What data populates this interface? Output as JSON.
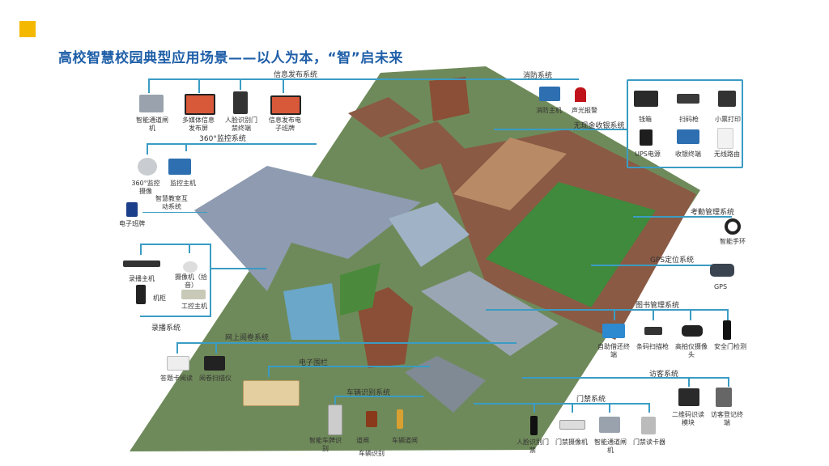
{
  "title": "高校智慧校园典型应用场景——以人为本，“智”启未来",
  "colors": {
    "accent": "#f5b800",
    "title": "#1f5fa8",
    "line": "#3a9cc4"
  },
  "groups": {
    "info": {
      "title": "信息发布系统",
      "items": [
        "智能通道闸机",
        "多媒体信息发布屏",
        "人脸识别门禁终端",
        "信息发布电子班牌"
      ]
    },
    "monitor": {
      "title": "360°监控系统",
      "items": [
        "360°监控摄像",
        "监控主机"
      ]
    },
    "classcard": {
      "item": "电子班牌",
      "label": "智慧教室互动系统"
    },
    "recording": {
      "title": "录播系统",
      "items": [
        "录播主机",
        "摄像机（拾音）",
        "机柜",
        "工控主机"
      ]
    },
    "exam": {
      "title": "网上阅卷系统",
      "items": [
        "答题卡阅读",
        "阅卷扫描仪"
      ]
    },
    "fence": {
      "title": "电子围栏"
    },
    "vehicle": {
      "title": "车辆识别系统",
      "items": [
        "智能车牌识别",
        "道闸",
        "车辆识别",
        "车辆道闸"
      ]
    },
    "fire": {
      "title": "消防系统",
      "items": [
        "消防主机",
        "声光报警"
      ]
    },
    "pos": {
      "title": "无现金收银系统",
      "items": [
        "钱箱",
        "扫码枪",
        "小票打印",
        "UPS电源",
        "收银终端",
        "无线路由"
      ]
    },
    "health": {
      "title": "考勤管理系统",
      "items": [
        "智能手环"
      ]
    },
    "gps": {
      "title": "GPS定位系统",
      "items": [
        "GPS"
      ]
    },
    "library": {
      "title": "图书管理系统",
      "items": [
        "自助借还终端",
        "条码扫描枪",
        "高拍仪摄像头",
        "安全门检测"
      ]
    },
    "visitor": {
      "title": "访客系统",
      "items": [
        "二维码识读模块",
        "访客登记终端"
      ]
    },
    "access": {
      "title": "门禁系统",
      "items": [
        "人脸识别门禁",
        "门禁摄像机",
        "智能通道闸机",
        "门禁读卡器"
      ]
    }
  }
}
